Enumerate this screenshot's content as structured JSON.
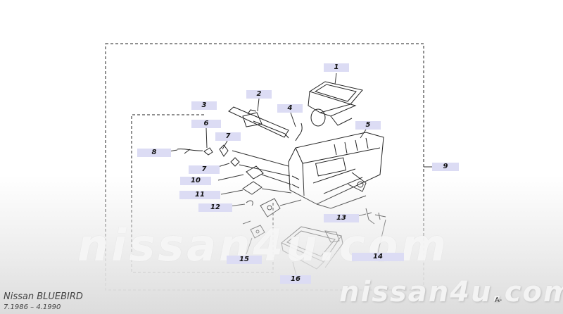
{
  "diagram": {
    "callouts": [
      {
        "id": "1",
        "label": "1"
      },
      {
        "id": "2",
        "label": "2"
      },
      {
        "id": "3",
        "label": "3"
      },
      {
        "id": "4",
        "label": "4"
      },
      {
        "id": "5",
        "label": "5"
      },
      {
        "id": "6",
        "label": "6"
      },
      {
        "id": "7a",
        "label": "7"
      },
      {
        "id": "7b",
        "label": "7"
      },
      {
        "id": "8",
        "label": "8"
      },
      {
        "id": "9",
        "label": "9"
      },
      {
        "id": "10",
        "label": "10"
      },
      {
        "id": "11",
        "label": "11"
      },
      {
        "id": "12",
        "label": "12"
      },
      {
        "id": "13",
        "label": "13"
      },
      {
        "id": "14",
        "label": "14"
      },
      {
        "id": "15",
        "label": "15"
      },
      {
        "id": "16",
        "label": "16"
      }
    ]
  },
  "footer": {
    "model": "Nissan BLUEBIRD",
    "years": "7.1986 – 4.1990",
    "corner_code": "A-"
  },
  "watermark": {
    "center": "nissan4u.com",
    "corner": "nissan4u.com"
  }
}
